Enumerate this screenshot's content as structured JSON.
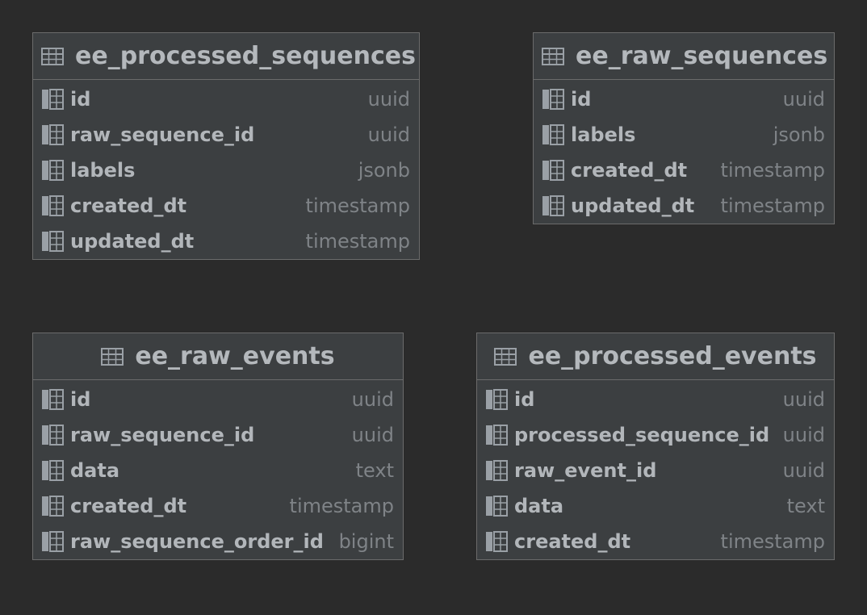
{
  "tables": {
    "processed_sequences": {
      "name": "ee_processed_sequences",
      "columns": [
        {
          "name": "id",
          "type": "uuid"
        },
        {
          "name": "raw_sequence_id",
          "type": "uuid"
        },
        {
          "name": "labels",
          "type": "jsonb"
        },
        {
          "name": "created_dt",
          "type": "timestamp"
        },
        {
          "name": "updated_dt",
          "type": "timestamp"
        }
      ]
    },
    "raw_sequences": {
      "name": "ee_raw_sequences",
      "columns": [
        {
          "name": "id",
          "type": "uuid"
        },
        {
          "name": "labels",
          "type": "jsonb"
        },
        {
          "name": "created_dt",
          "type": "timestamp"
        },
        {
          "name": "updated_dt",
          "type": "timestamp"
        }
      ]
    },
    "raw_events": {
      "name": "ee_raw_events",
      "columns": [
        {
          "name": "id",
          "type": "uuid"
        },
        {
          "name": "raw_sequence_id",
          "type": "uuid"
        },
        {
          "name": "data",
          "type": "text"
        },
        {
          "name": "created_dt",
          "type": "timestamp"
        },
        {
          "name": "raw_sequence_order_id",
          "type": "bigint"
        }
      ]
    },
    "processed_events": {
      "name": "ee_processed_events",
      "columns": [
        {
          "name": "id",
          "type": "uuid"
        },
        {
          "name": "processed_sequence_id",
          "type": "uuid"
        },
        {
          "name": "raw_event_id",
          "type": "uuid"
        },
        {
          "name": "data",
          "type": "text"
        },
        {
          "name": "created_dt",
          "type": "timestamp"
        }
      ]
    }
  },
  "icons": {
    "table": "table-icon",
    "column": "column-icon"
  },
  "colors": {
    "background": "#2b2b2b",
    "panel": "#3c3f41",
    "border": "#6b6b6b",
    "text": "#b2b6ba",
    "muted": "#7f8387"
  }
}
